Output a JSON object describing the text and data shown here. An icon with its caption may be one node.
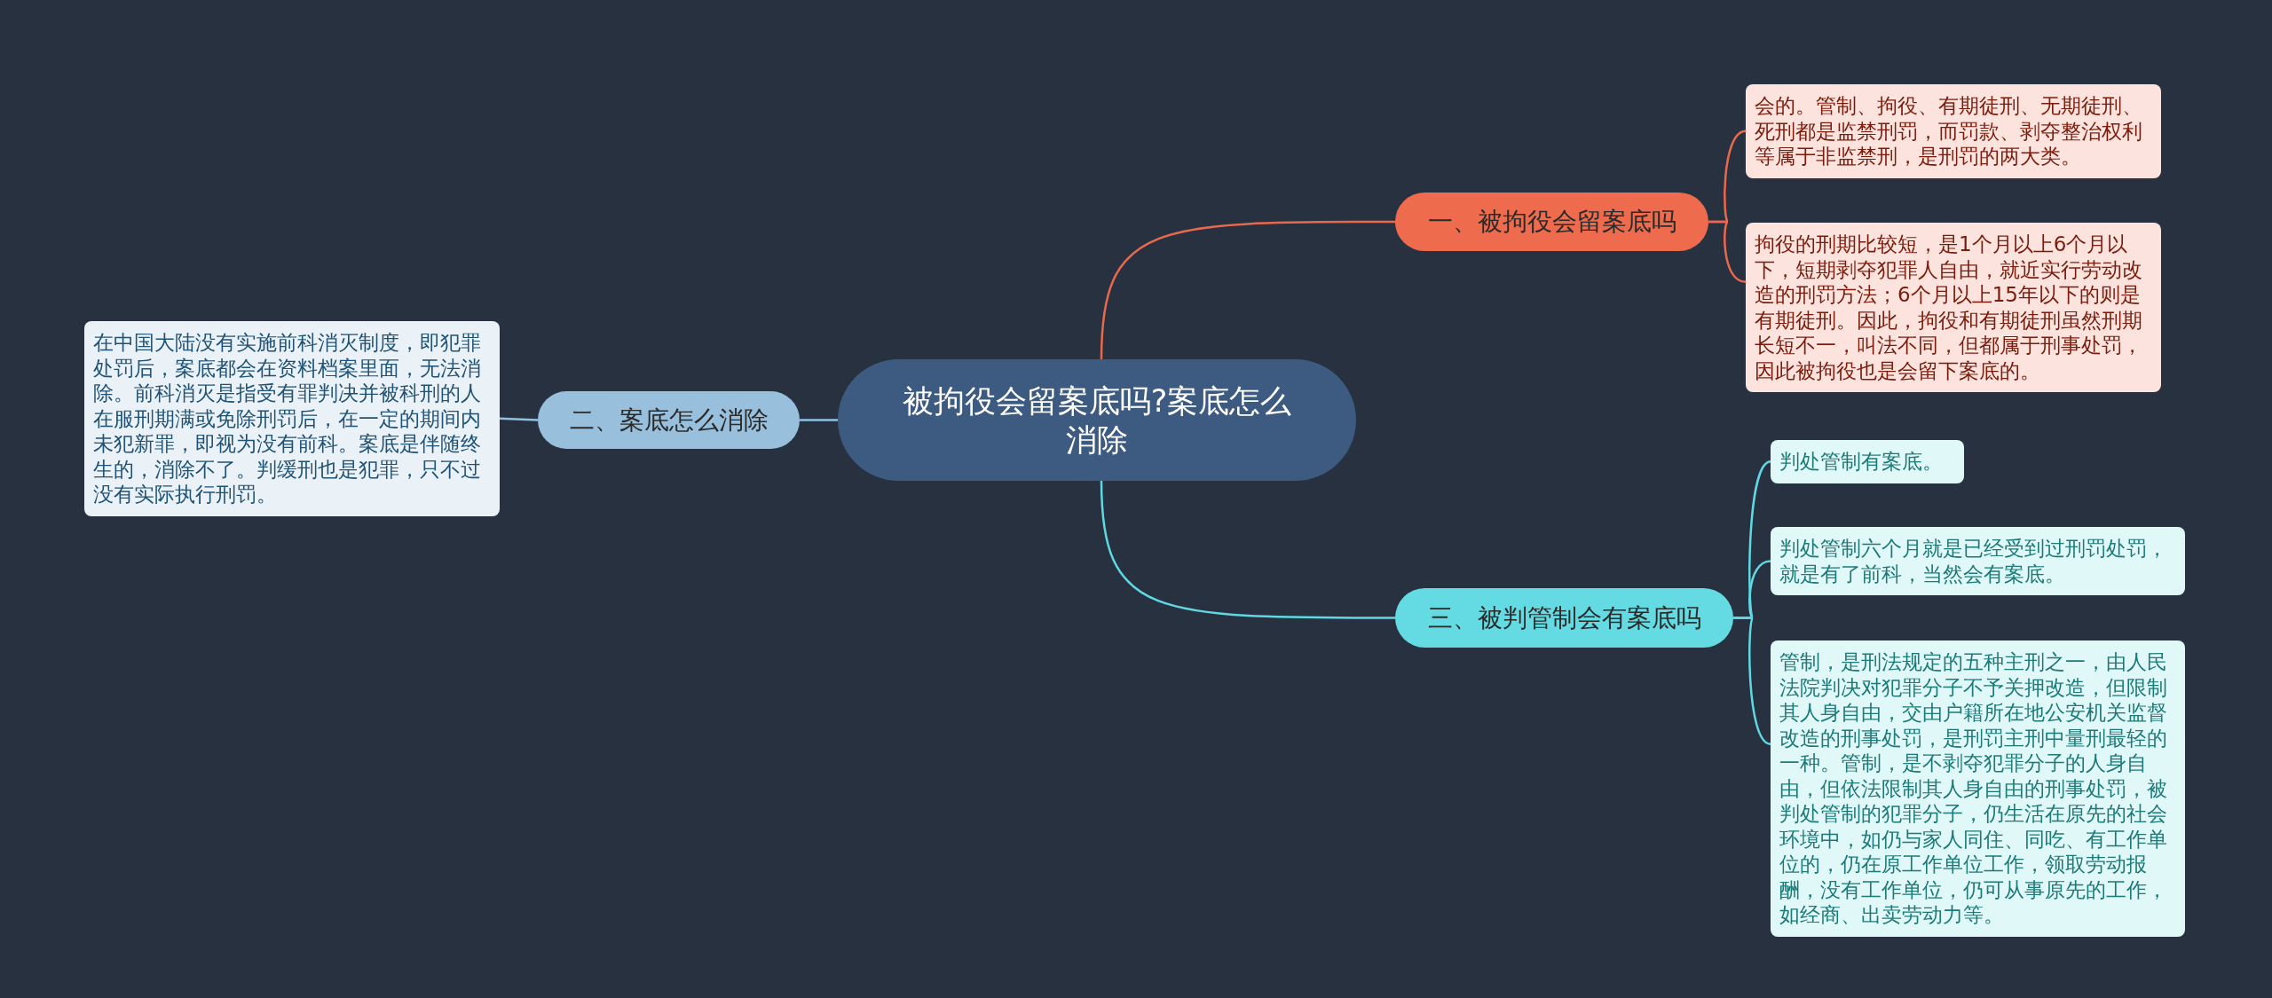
{
  "diagram": {
    "nodes": [
      {
        "text": [
          "被拘役会留案底吗?案底怎么消除"
        ]
      },
      {
        "text": [
          "一、被拘役会留案底吗"
        ]
      },
      {
        "text": [
          "会的。管制、拘役、有期徒刑、无期徒刑、死刑都是监禁刑罚，而罚款、剥夺整治权利等属于非监禁刑，是刑罚的两大类。"
        ]
      },
      {
        "text": [
          "拘役的刑期比较短，是1个月以上6个月以下，短期剥夺犯罪人自由，就近实行劳动改造的刑罚方法；6个月以上15年以下的则是有期徒刑。因此，拘役和有期徒刑虽然刑期长短不一，叫法不同，但都属于刑事处罚，因此被拘役也是会留下案底的。"
        ]
      },
      {
        "text": [
          "二、案底怎么消除"
        ]
      },
      {
        "text": [
          "在中国大陆没有实施前科消灭制度，即犯罪处罚后，案底都会在资料档案里面，无法消除。前科消灭是指受有罪判决并被科刑的人在服刑期满或免除刑罚后，在一定的期间内未犯新罪，即视为没有前科。案底是伴随终生的，消除不了。判缓刑也是犯罪，只不过没有实际执行刑罚。"
        ]
      },
      {
        "text": [
          "三、被判管制会有案底吗"
        ]
      },
      {
        "text": [
          "判处管制有案底。"
        ]
      },
      {
        "text": [
          "判处管制六个月就是已经受到过刑罚处罚，就是有了前科，当然会有案底。"
        ]
      },
      {
        "text": [
          "管制，是刑法规定的五种主刑之一，由人民法院判决对犯罪分子不予关押改造，但限制其人身自由，交由户籍所在地公安机关监督改造的刑事处罚，是刑罚主刑中量刑最轻的一种。管制，是不剥夺犯罪分子的人身自由，但依法限制其人身自由的刑事处罚，被判处管制的犯罪分子，仍生活在原先的社会环境中，如仍与家人同住、同吃、有工作单位的，仍在原工作单位工作，领取劳动报酬，没有工作单位，仍可从事原先的工作，如经商、出卖劳动力等。"
        ]
      }
    ],
    "edges": [
      {
        "from": 0,
        "to": 1,
        "arrow": "none",
        "color": "#e9694f"
      },
      {
        "from": 1,
        "to": 2,
        "arrow": "none",
        "color": "#e9694f"
      },
      {
        "from": 1,
        "to": 3,
        "arrow": "none",
        "color": "#e9694f"
      },
      {
        "from": 0,
        "to": 4,
        "arrow": "none"
      },
      {
        "from": 4,
        "to": 5,
        "arrow": "none"
      },
      {
        "from": 0,
        "to": 6,
        "arrow": "none",
        "color": "#5fd8e4"
      },
      {
        "from": 6,
        "to": 7,
        "arrow": "none",
        "color": "#5fd8e4"
      },
      {
        "from": 6,
        "to": 8,
        "arrow": "none",
        "color": "#5fd8e4"
      },
      {
        "from": 6,
        "to": 9,
        "arrow": "none",
        "color": "#5fd8e4"
      }
    ]
  }
}
